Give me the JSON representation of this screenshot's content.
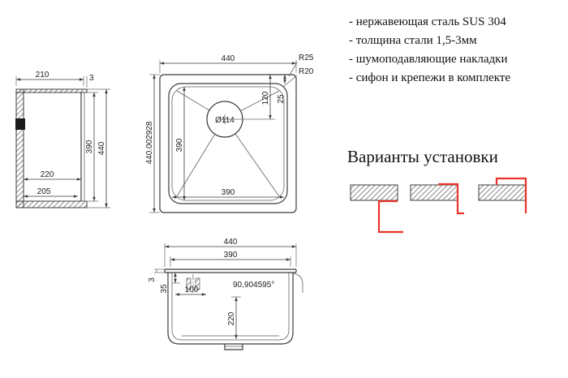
{
  "features": {
    "items": [
      "- нержавеющая сталь SUS 304",
      "- толщина стали 1,5-3мм",
      "- шумоподавляющие накладки",
      "- сифон и крепежи в комплекте"
    ]
  },
  "installation": {
    "title": "Варианты установки"
  },
  "side_view": {
    "dim_top_width": "210",
    "dim_flange_thickness": "3",
    "dim_inner_height": "390",
    "dim_overall_height": "440",
    "dim_mid_width": "220",
    "dim_bottom_width": "205"
  },
  "top_view": {
    "dim_overall_width": "440",
    "radius_outer": "R25",
    "radius_inner": "R20",
    "dim_drain_offset": "120",
    "dim_rim": "25",
    "drain_diameter": "Ø114",
    "dim_left_height": "440.002928",
    "dim_inner_height": "390",
    "dim_inner_width": "390"
  },
  "bottom_view": {
    "dim_overall_width": "440",
    "dim_inner_width": "390",
    "dim_flange_thickness": "3",
    "dim_rim_depth": "35",
    "dim_drain_offset": "100",
    "dim_angles": "90,904595°",
    "dim_bowl_depth": "220"
  },
  "colors": {
    "line": "#3c3c3c",
    "accent_red": "#e8342a"
  }
}
